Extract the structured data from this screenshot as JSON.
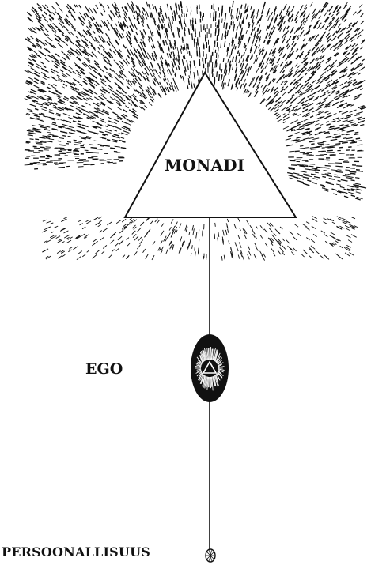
{
  "diagram": {
    "labels": {
      "monadi": "MONADI",
      "ego": "EGO",
      "personality": "PERSOONALLISUUS"
    },
    "colors": {
      "ink": "#111111",
      "background": "#ffffff"
    }
  }
}
